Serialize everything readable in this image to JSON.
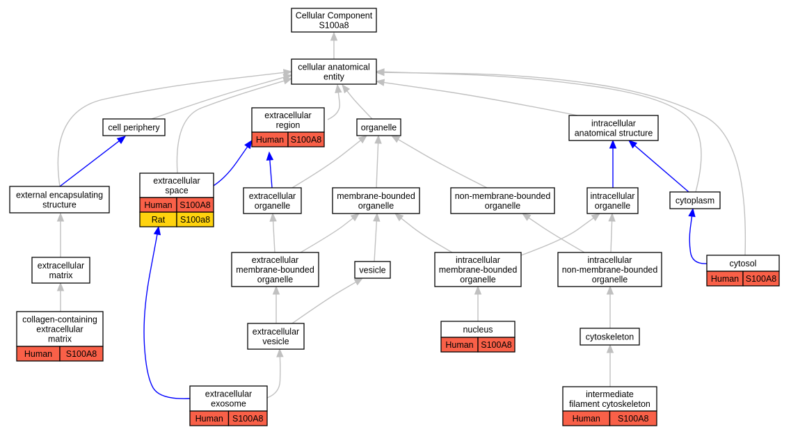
{
  "colors": {
    "gray_edge": "#c0c0c0",
    "blue_edge": "#0000ff",
    "human": "#f96048",
    "rat": "#ffd30e"
  },
  "nodes": {
    "root": {
      "lines": [
        "Cellular Component",
        "S100a8"
      ]
    },
    "cae": {
      "lines": [
        "cellular anatomical",
        "entity"
      ]
    },
    "cellperiph": {
      "lines": [
        "cell periphery"
      ]
    },
    "exreg": {
      "lines": [
        "extracellular",
        "region"
      ],
      "annotations": [
        {
          "species": "Human",
          "gene": "S100A8"
        }
      ]
    },
    "organelle": {
      "lines": [
        "organelle"
      ]
    },
    "intracell": {
      "lines": [
        "intracellular",
        "anatomical structure"
      ]
    },
    "extencap": {
      "lines": [
        "external encapsulating",
        "structure"
      ]
    },
    "exspace": {
      "lines": [
        "extracellular",
        "space"
      ],
      "annotations": [
        {
          "species": "Human",
          "gene": "S100A8"
        },
        {
          "species": "Rat",
          "gene": "S100a8"
        }
      ]
    },
    "exorg": {
      "lines": [
        "extracellular",
        "organelle"
      ]
    },
    "mbo": {
      "lines": [
        "membrane-bounded",
        "organelle"
      ]
    },
    "nmbo": {
      "lines": [
        "non-membrane-bounded",
        "organelle"
      ]
    },
    "icorg": {
      "lines": [
        "intracellular",
        "organelle"
      ]
    },
    "cytoplasm": {
      "lines": [
        "cytoplasm"
      ]
    },
    "exmatrix": {
      "lines": [
        "extracellular",
        "matrix"
      ]
    },
    "exmbo": {
      "lines": [
        "extracellular",
        "membrane-bounded",
        "organelle"
      ]
    },
    "vesicle": {
      "lines": [
        "vesicle"
      ]
    },
    "icmbo": {
      "lines": [
        "intracellular",
        "membrane-bounded",
        "organelle"
      ]
    },
    "icnmbo": {
      "lines": [
        "intracellular",
        "non-membrane-bounded",
        "organelle"
      ]
    },
    "cytosol": {
      "lines": [
        "cytosol"
      ],
      "annotations": [
        {
          "species": "Human",
          "gene": "S100A8"
        }
      ]
    },
    "collagen": {
      "lines": [
        "collagen-containing",
        "extracellular",
        "matrix"
      ],
      "annotations": [
        {
          "species": "Human",
          "gene": "S100A8"
        }
      ]
    },
    "exvesicle": {
      "lines": [
        "extracellular",
        "vesicle"
      ]
    },
    "nucleus": {
      "lines": [
        "nucleus"
      ],
      "annotations": [
        {
          "species": "Human",
          "gene": "S100A8"
        }
      ]
    },
    "cytoskel": {
      "lines": [
        "cytoskeleton"
      ]
    },
    "exosome": {
      "lines": [
        "extracellular",
        "exosome"
      ],
      "annotations": [
        {
          "species": "Human",
          "gene": "S100A8"
        }
      ]
    },
    "ifcyto": {
      "lines": [
        "intermediate",
        "filament cytoskeleton"
      ],
      "annotations": [
        {
          "species": "Human",
          "gene": "S100A8"
        }
      ]
    }
  },
  "edges": [
    {
      "from": "cae",
      "to": "root",
      "style": "gray"
    },
    {
      "from": "cellperiph",
      "to": "cae",
      "style": "gray"
    },
    {
      "from": "exreg",
      "to": "cae",
      "style": "gray"
    },
    {
      "from": "organelle",
      "to": "cae",
      "style": "gray"
    },
    {
      "from": "intracell",
      "to": "cae",
      "style": "gray"
    },
    {
      "from": "extencap",
      "to": "cae",
      "style": "gray"
    },
    {
      "from": "exspace",
      "to": "cae",
      "style": "gray"
    },
    {
      "from": "cytoplasm",
      "to": "cae",
      "style": "gray"
    },
    {
      "from": "cytosol",
      "to": "cae",
      "style": "gray"
    },
    {
      "from": "extencap",
      "to": "cellperiph",
      "style": "blue"
    },
    {
      "from": "exspace",
      "to": "exreg",
      "style": "blue"
    },
    {
      "from": "exorg",
      "to": "exreg",
      "style": "blue"
    },
    {
      "from": "exorg",
      "to": "organelle",
      "style": "gray"
    },
    {
      "from": "mbo",
      "to": "organelle",
      "style": "gray"
    },
    {
      "from": "nmbo",
      "to": "organelle",
      "style": "gray"
    },
    {
      "from": "icorg",
      "to": "intracell",
      "style": "blue"
    },
    {
      "from": "cytoplasm",
      "to": "intracell",
      "style": "blue"
    },
    {
      "from": "exmatrix",
      "to": "extencap",
      "style": "gray"
    },
    {
      "from": "exmbo",
      "to": "exorg",
      "style": "gray"
    },
    {
      "from": "exmbo",
      "to": "mbo",
      "style": "gray"
    },
    {
      "from": "vesicle",
      "to": "mbo",
      "style": "gray"
    },
    {
      "from": "icmbo",
      "to": "mbo",
      "style": "gray"
    },
    {
      "from": "icmbo",
      "to": "icorg",
      "style": "gray"
    },
    {
      "from": "icnmbo",
      "to": "nmbo",
      "style": "gray"
    },
    {
      "from": "icnmbo",
      "to": "icorg",
      "style": "gray"
    },
    {
      "from": "cytosol",
      "to": "cytoplasm",
      "style": "blue"
    },
    {
      "from": "collagen",
      "to": "exmatrix",
      "style": "gray"
    },
    {
      "from": "exvesicle",
      "to": "exmbo",
      "style": "gray"
    },
    {
      "from": "exvesicle",
      "to": "vesicle",
      "style": "gray"
    },
    {
      "from": "nucleus",
      "to": "icmbo",
      "style": "gray"
    },
    {
      "from": "cytoskel",
      "to": "icnmbo",
      "style": "gray"
    },
    {
      "from": "exosome",
      "to": "exvesicle",
      "style": "gray"
    },
    {
      "from": "exosome",
      "to": "exspace",
      "style": "blue"
    },
    {
      "from": "ifcyto",
      "to": "cytoskel",
      "style": "gray"
    }
  ]
}
